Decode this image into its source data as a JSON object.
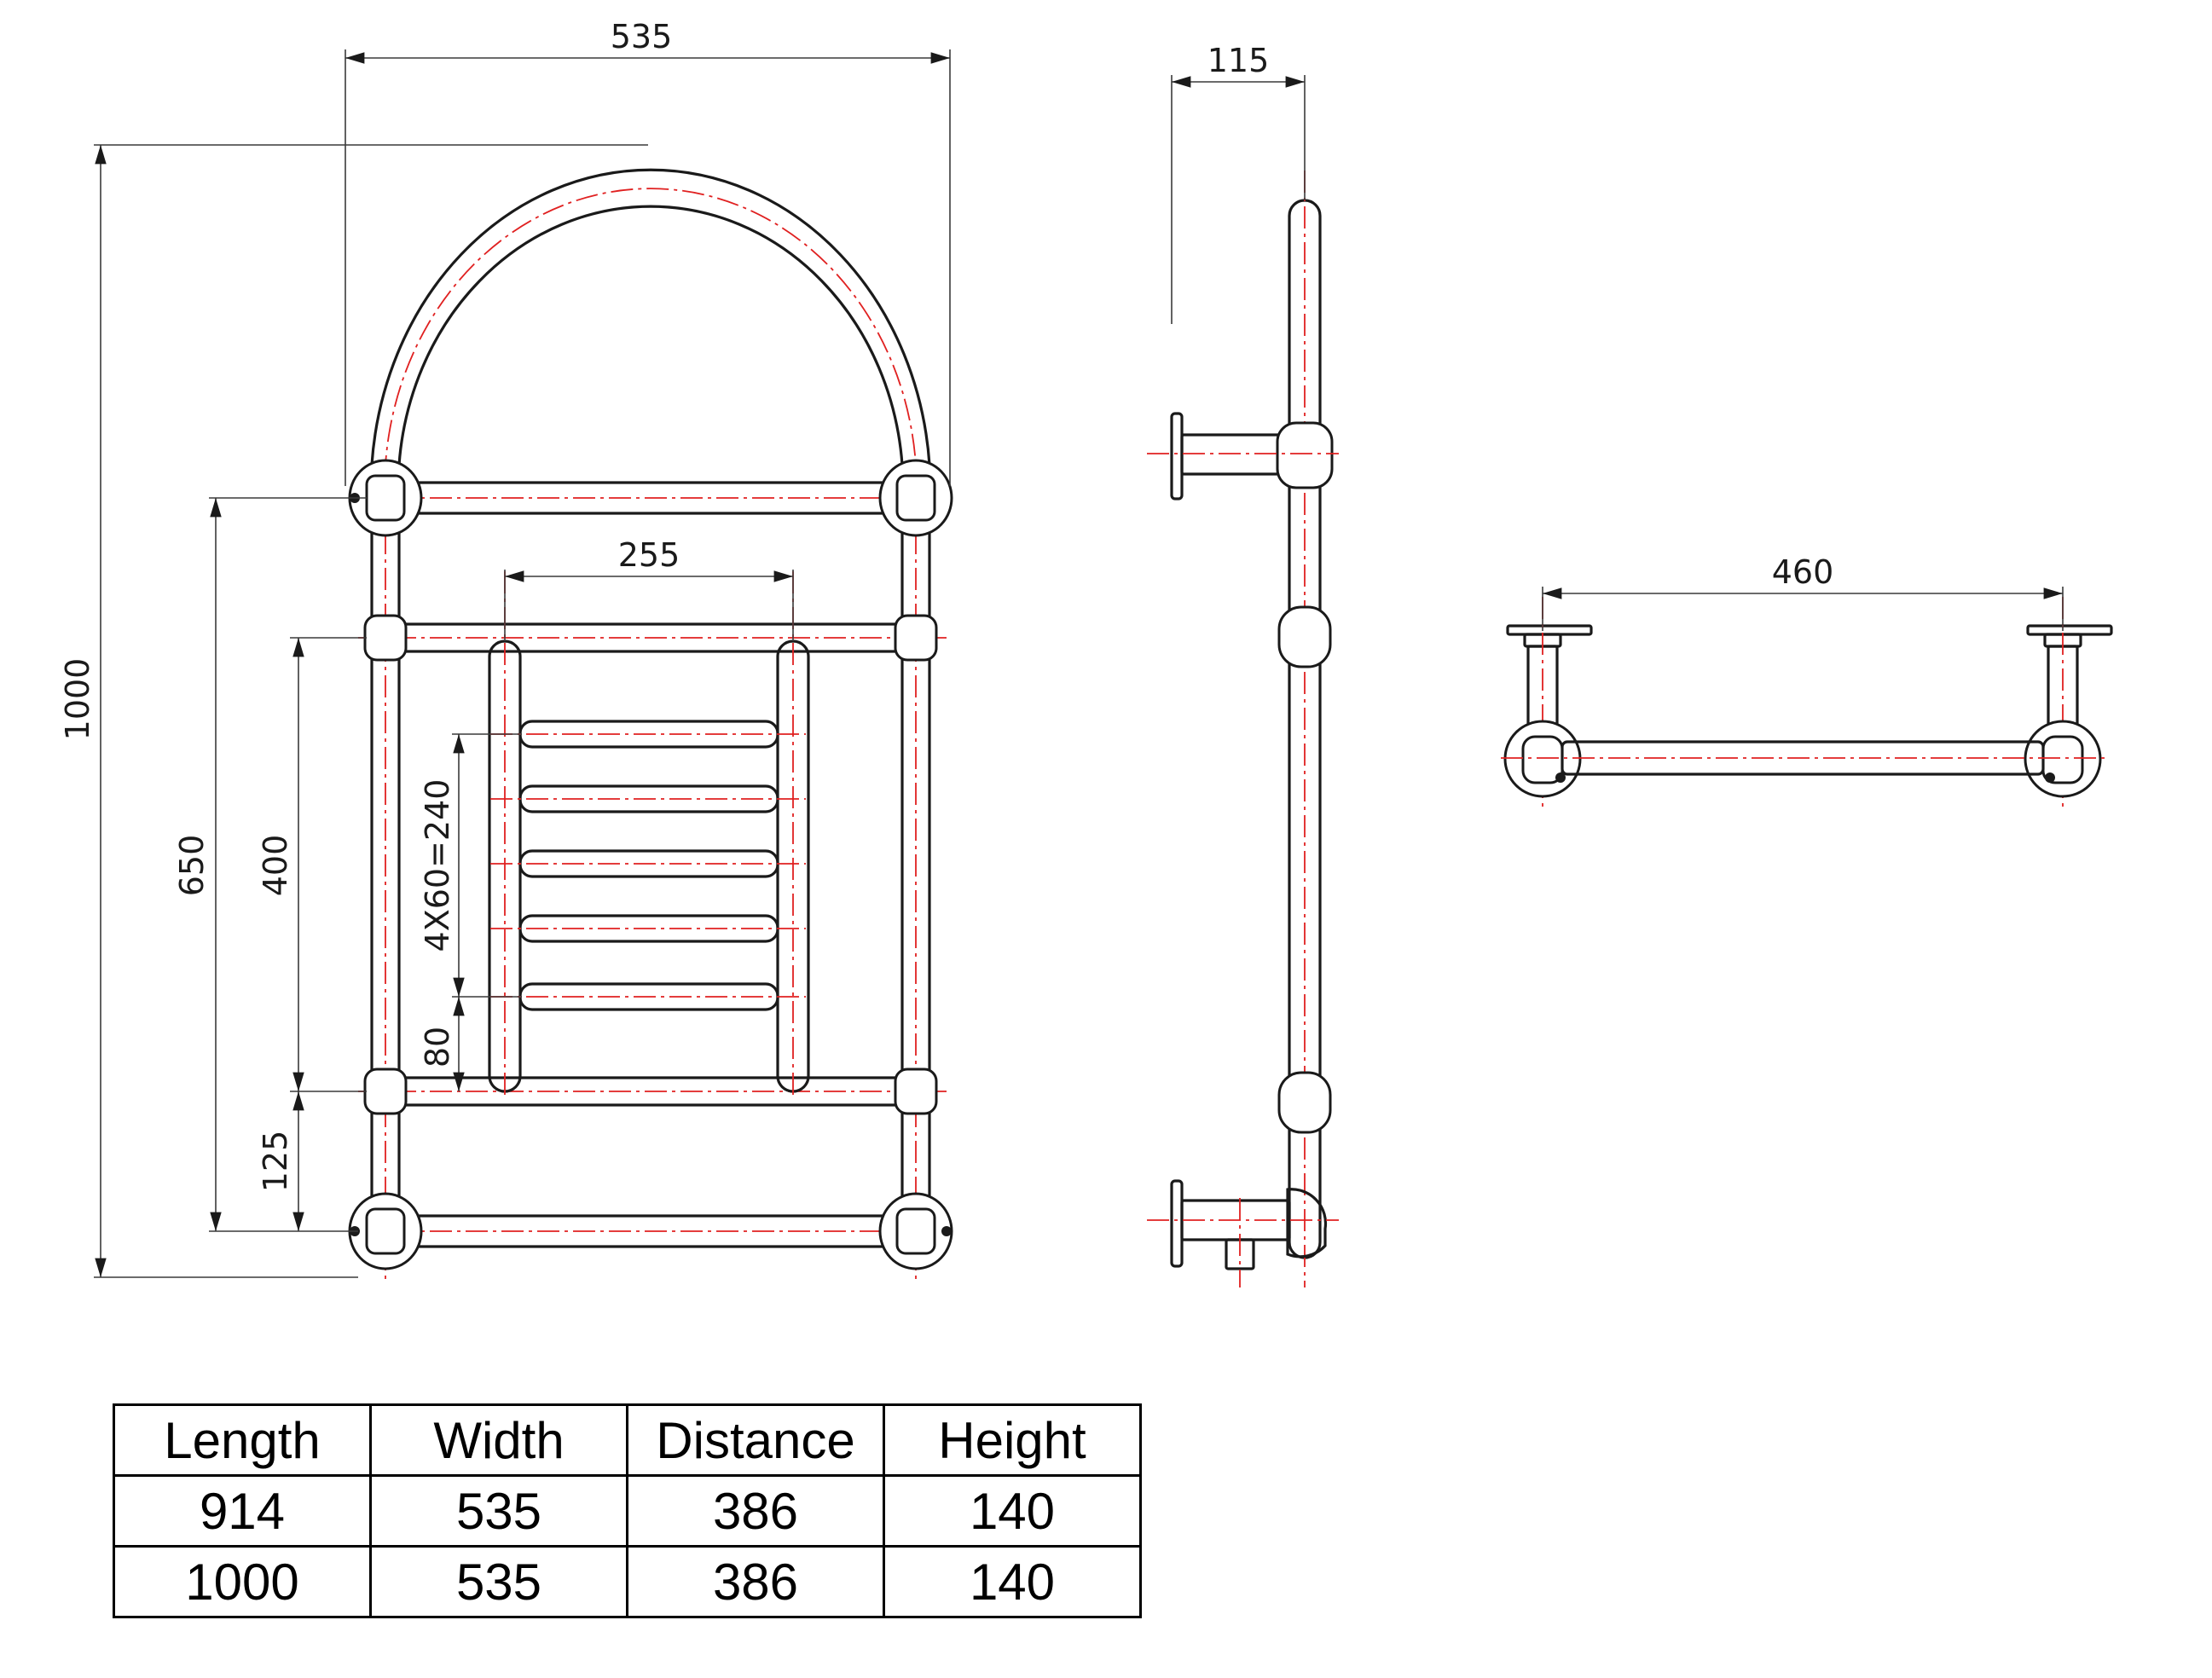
{
  "front_view": {
    "dim_width": "535",
    "dim_total_height": "1000",
    "dim_rail_span": "650",
    "dim_inner_height": "400",
    "dim_inner_width": "255",
    "dim_bar_spacing": "4X60=240",
    "dim_bottom_offset": "80",
    "dim_low_rail": "125"
  },
  "side_view": {
    "dim_projection": "115"
  },
  "top_view": {
    "dim_centres": "460"
  },
  "colors": {
    "outline": "#1a1a1a",
    "centerline": "#e02020",
    "dimension": "#3a3a3a"
  },
  "spec_table": {
    "headers": [
      "Length",
      "Width",
      "Distance",
      "Height"
    ],
    "rows": [
      [
        "914",
        "535",
        "386",
        "140"
      ],
      [
        "1000",
        "535",
        "386",
        "140"
      ]
    ]
  }
}
